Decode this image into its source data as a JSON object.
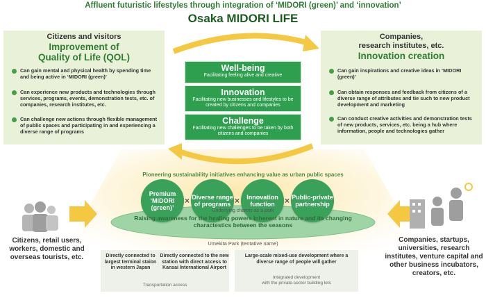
{
  "header": {
    "subtitle": "Affluent futuristic lifestyles through integration of ‘MIDORI (green)’  and ‘innovation’",
    "title": "Osaka MIDORI LIFE"
  },
  "left_panel": {
    "head1": "Citizens and visitors",
    "head2a": "Improvement of",
    "head2b": "Quality of Life (QOL)",
    "bullets": [
      "Can gain mental and physical health by spending time and being active in ‘MIDORI (green)’",
      "Can experience new products and technologies through services, programs, events, demonstration tests, etc. of companies, research institutes, etc.",
      "Can challenge new actions through flexible management of public spaces and participating in and experiencing a diverse range of programs"
    ]
  },
  "right_panel": {
    "head1a": "Companies,",
    "head1b": "research institutes, etc.",
    "head2": "Innovation creation",
    "bullets": [
      "Can gain inspirations and creative ideas in ‘MIDORI (green)’",
      "Can obtain responses and feedback from citizens of a diverse range of attributes and tie such to new product development and marketing",
      "Can conduct creative activities and demonstration tests of new products, services, etc. being a hub where information, people and technologies gather"
    ]
  },
  "center": [
    {
      "title": "Well-being",
      "sub": "Facilitating feeling alive and creative"
    },
    {
      "title": "Innovation",
      "sub": "Facilitating new businesses and lifestyles to be created by citizens and companies"
    },
    {
      "title": "Challenge",
      "sub": "Facilitating new challenges to be taken by both citizens and companies"
    }
  ],
  "pioneering": "Pioneering sustainability initiatives enhancing value as urban public spaces",
  "ovals": [
    "Premium ‘MIDORI (green)’",
    "Diverse range of programs",
    "Innovation function",
    "Public-private partnership"
  ],
  "times_symbol": "×",
  "underlying": "Underlying charms as a park",
  "raising": "Raising awareness for the healing powers inherent in nature and its changing charactestics between the seasons",
  "park": "Umekita Park (tentative name)",
  "left_side": "Citizens, retail users, workers, domestic and overseas tourists, etc.",
  "right_side": "Companies, startups, universities, research institutes, venture capital and other business incubators, creators, etc.",
  "bottom_left": {
    "item1": "Directly connected to largest terminal staion in western Japan",
    "item2": "Directly connected to the new station with direct access to Kansai International Airport",
    "caption": "Transportation access"
  },
  "bottom_right": {
    "item": "Large-scale mixed-use development where a diverse range of people will gather",
    "caption1": "Integrated development",
    "caption2": "with the private-sector building lots"
  },
  "colors": {
    "green_dark": "#1b5e20",
    "green_mid": "#2e9e4f",
    "panel": "#e9f2d8",
    "arrow_yellow": "#f5c842"
  }
}
